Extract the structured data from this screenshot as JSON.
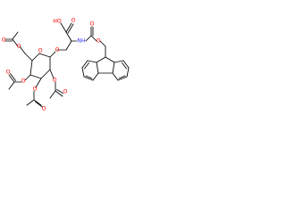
{
  "molecule": {
    "atom_labels": {
      "oxygen": "O",
      "hydroxyl": "HO",
      "amine": "NH"
    }
  },
  "colors": {
    "bond": "#000000",
    "oxygen": "#ff0000",
    "nitrogen": "#3333ff",
    "background": "#ffffff"
  }
}
